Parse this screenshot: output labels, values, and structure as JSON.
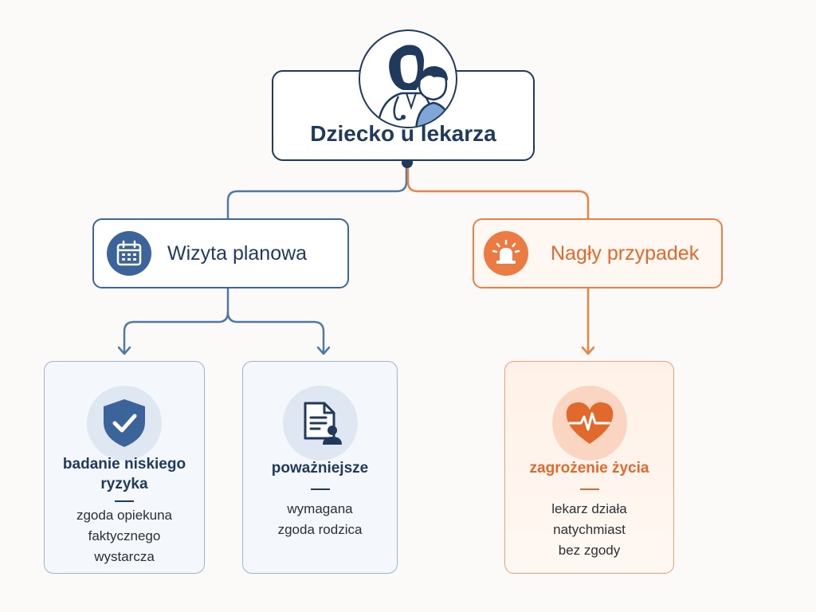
{
  "colors": {
    "navy": "#1f3a5c",
    "blue": "#3e6694",
    "orange": "#ec7a43",
    "background": "#fbfaf8"
  },
  "root": {
    "title": "Dziecko u lekarza",
    "icon": "doctor-and-child-icon"
  },
  "branches": [
    {
      "label": "Wizyta planowa",
      "icon": "calendar-icon",
      "leaves": [
        {
          "title": "badanie niskiego\nryzyka",
          "description": "zgoda opiekuna\nfaktycznego\nwystarcza",
          "icon": "shield-check-icon"
        },
        {
          "title": "poważniejsze",
          "description": "wymagana\nzgoda rodzica",
          "icon": "document-person-icon"
        }
      ]
    },
    {
      "label": "Nagły przypadek",
      "icon": "siren-icon",
      "leaves": [
        {
          "title": "zagrożenie życia",
          "description": "lekarz działa\nnatychmiast\nbez zgody",
          "icon": "heart-pulse-icon"
        }
      ]
    }
  ]
}
